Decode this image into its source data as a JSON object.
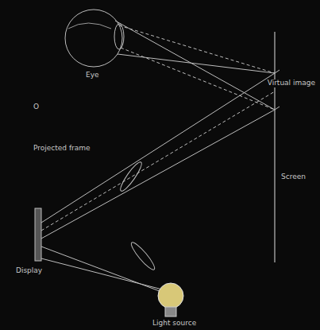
{
  "diagram": {
    "labels": [
      "Eye",
      "O",
      "Projected frame",
      "Virtual image",
      "Screen",
      "Display",
      "Light source"
    ]
  }
}
